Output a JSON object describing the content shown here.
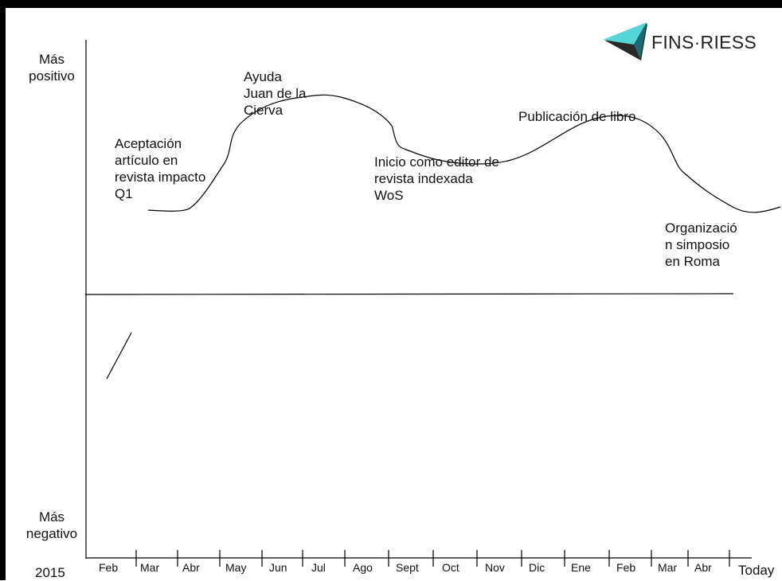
{
  "logo": {
    "text": "FINS·RIESS",
    "colors": {
      "light": "#55d6d6",
      "dark": "#1a6b74",
      "shadow": "#111111"
    }
  },
  "axis": {
    "y_top_label": "Más\npositivo",
    "y_bottom_label": "Más\nnegativo",
    "year_label": "2015",
    "end_label": "Today",
    "months": [
      "Feb",
      "Mar",
      "Abr",
      "May",
      "Jun",
      "Jul",
      "Ago",
      "Sept",
      "Oct",
      "Nov",
      "Dic",
      "Ene",
      "Feb",
      "Mar",
      "Abr"
    ]
  },
  "events": [
    {
      "id": "aceptacion",
      "text": "Aceptación\nartículo en\nrevista impacto\nQ1"
    },
    {
      "id": "ayuda",
      "text": "Ayuda\nJuan de la\nCierva"
    },
    {
      "id": "editor",
      "text": "Inicio como editor de\nrevista indexada\nWoS"
    },
    {
      "id": "libro",
      "text": "Publicación de libro"
    },
    {
      "id": "simposio",
      "text": "Organizació\nn simposio\nen Roma"
    }
  ]
}
